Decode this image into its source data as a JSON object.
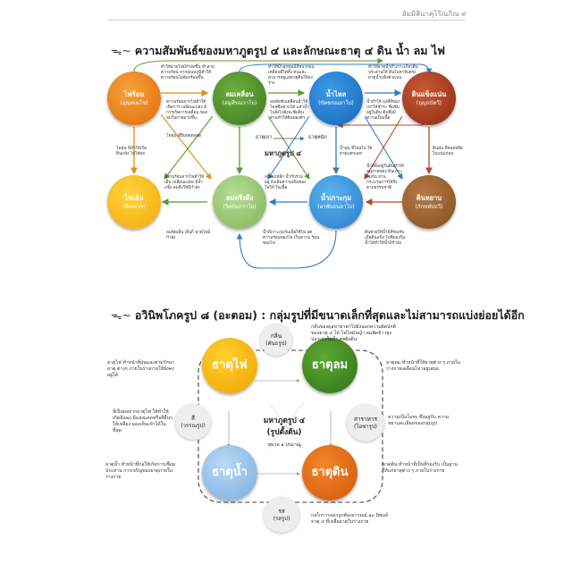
{
  "header": "อัมมิสินาคุโริณกิณ ๙",
  "section1": {
    "title": "ความสัมพันธ์ของมหาภูตรูป ๔ และลักษณะธาตุ ๔ ดิน น้ำ ลม ไฟ",
    "circles": [
      {
        "label": "ไฟร้อน",
        "sub": "(อุณหเตโช)"
      },
      {
        "label": "ลมเคลื่อน",
        "sub": "(สมุทีรณวาโย)"
      },
      {
        "label": "น้ำไหล",
        "sub": "(ปัคฆรณอาโป)"
      },
      {
        "label": "ดินแข็งแน่น",
        "sub": "(ถุญถบัดวี)"
      },
      {
        "label": "ไฟเย็น",
        "sub": "(สีตเตโช)"
      },
      {
        "label": "ลมตรึงตึง",
        "sub": "(วิตถัมภวาโย)"
      },
      {
        "label": "น้ำเกาะกุม",
        "sub": "(อาพันธนอาโป)"
      },
      {
        "label": "ดินหยาบ",
        "sub": "(กักขฬปถวี)"
      }
    ],
    "center": {
      "l1": "ธาตุเบา",
      "l2": "ธาตุหนัก",
      "l3": "มหาภูตรูป ๔"
    },
    "notes": {
      "n1": "ทำให้ธาตุไฟมีกำลังขึ้น ทำลายความร้อน จากอุณหภูมิทำให้ความร้อนไม่ต้องร้อนขึ้น",
      "n2": "ทำให้น้ำลุกขมมีสีหนาก่อนเคลื่อนที่ได้ทั้ง คนและสามารถดูแลธาตุดินให้ลงร่าง",
      "n3": "ทำให้ธาตุน้ำทำเกาะเกี่ยวดิน ประสานให้ ดินไปหาจับตรงธาตุน้ำแข็งตัวแน่น",
      "n4": "ความร้อนจากไฟทำให้เกิดการ เปลี่ยนแปลง มีการเกิดการเคลื่อน ของลมในกายมากขึ้น",
      "n5": "ลมพัดขับเคลื่อนน้ำให้ไหลซึมซาบได้ แล้วน้ำไปสั่งไปยังจะซึมดิน ตามทำให้ดินพองตัว",
      "n6": "น้ำทำให้ ถุงที่สีของเขาให้ชำระ ซึมซับอยู่ในดิน ดินซึ่งมีความเป็นเนื้อ",
      "n7": "ไฟอุ่น ที่ทำให้เกิดดินแห้ง ไม่ได้ผล",
      "n8": "ไฟอุ่น ที่ยืนหยดหยด",
      "n9": "ดินอุ่น ที่หล่อหยึด ไม่แน่นก่อน",
      "n10": "น้ำอุ่น ที่ไหลไป ให้ธาตุแตกแยก",
      "n11": "ความร้อนจากไฟทำให้เย็น เปลี่ยนแปลง มีน้ำแข็ง ลมดึงให้มีกำลัง",
      "n12": "ลมแม่เหล็ก น้ำกับรวมอยู่ ยังเพิ่มความเย็นของไฟให้ ในเนื้อ",
      "n13": "น้ำที่ตั้งอยู่ในดินทำให้อนุภาคของ ดินเกาะกุมกัน ผ่านกระบวนการให้ถึง ตามธรรมชาติ",
      "n14": "ลมพัดเย็น เย็นก็ ธาตุไฟมีกำลัง",
      "n15": "น้ำที่เกาะกุมกันเพื่อใช้ไฟ ลดความร้อนของไฟ เก็บความ ร้อนของไฟ",
      "n16": "ดินช่วยให้น้ำมีที่รองรับ เมื่อดินแข็ง ไปซึมลงในน้ำได้ทำให้น้ำมีกำลัง",
      "n17": "ลมพัดจะเย็นลง ทำให้ความร้อนกลาย ไม่เป็นความร้อนจริงๆ"
    }
  },
  "section2": {
    "title": "อวินิพโภครูป ๘ (อะตอม) : กลุ่มรูปที่มีขนาดเล็กที่สุดและไม่สามารถแบ่งย่อยได้อีก",
    "big": [
      {
        "label": "ธาตุไฟ"
      },
      {
        "label": "ธาตุลม"
      },
      {
        "label": "ธาตุน้ำ"
      },
      {
        "label": "ธาตุดิน"
      }
    ],
    "small": [
      {
        "label": "กลิ่น",
        "sub": "(คันธรูป)"
      },
      {
        "label": "สี",
        "sub": "(วรรณรูป)"
      },
      {
        "label": "สาราหาร",
        "sub": "(โอชารูป)"
      },
      {
        "label": "รส",
        "sub": "(รสรูป)"
      }
    ],
    "center": {
      "l1": "มหาภูตรูป ๔",
      "l2": "(รูปตั้งต้น)",
      "l3": "ขนาด ๑ ปรมาณู"
    },
    "notes": {
      "n1": "กลิ่นของธุลขาขาพาไปยังนอกความผิดปกติของธาตุ ๔ ได้ ไฟไหม้หญ้า ลมพัดข้าวยุ่ง ปลาเน่าในน้ำ ศพฝังดิน",
      "n2": "ธาตุไฟ ทำหน้าที่อุ่นและตามรักษาธาตุ ต่างๆ ภายในร่างกายให้ยังคงอยู่ได้",
      "n3": "ธาตุลม ทำหน้าที่ให้ธาตุต่าง ๆ ภายใน ร่างกายเคลื่อนไหวอยู่เสมอ",
      "n4": "สีเป็นผลจากธาตุไฟ ให้ทำให้ เกิดสีแดง มีแสงแดดหรือสีอื่นๆ ให้เหลือง มองเห็นเข้าได้ในที่สุด",
      "n5": "ความเป็นโอชะ ซึ่งอยู่กับ ความหยาบละเอียดของกลุ่มรูป",
      "n6": "ธาตุน้ำ ทำหน้าที่ก่อให้เกิดการเชื่อม ประสาน การเจริญของธาตุภายในร่างกาย",
      "n7": "ธาตุดิน ทำหน้าที่เป็นที่รองรับ เป็นฐาน ให้แก่ธาตุต่าง ๆ ภายในร่างกาย",
      "n8": "กลไกการลอกถูกต้องอารมณ์ ๑๐ นิพนธ์ธาตุ ๔ ที่เหลือธาตุในร่างกาย"
    }
  }
}
